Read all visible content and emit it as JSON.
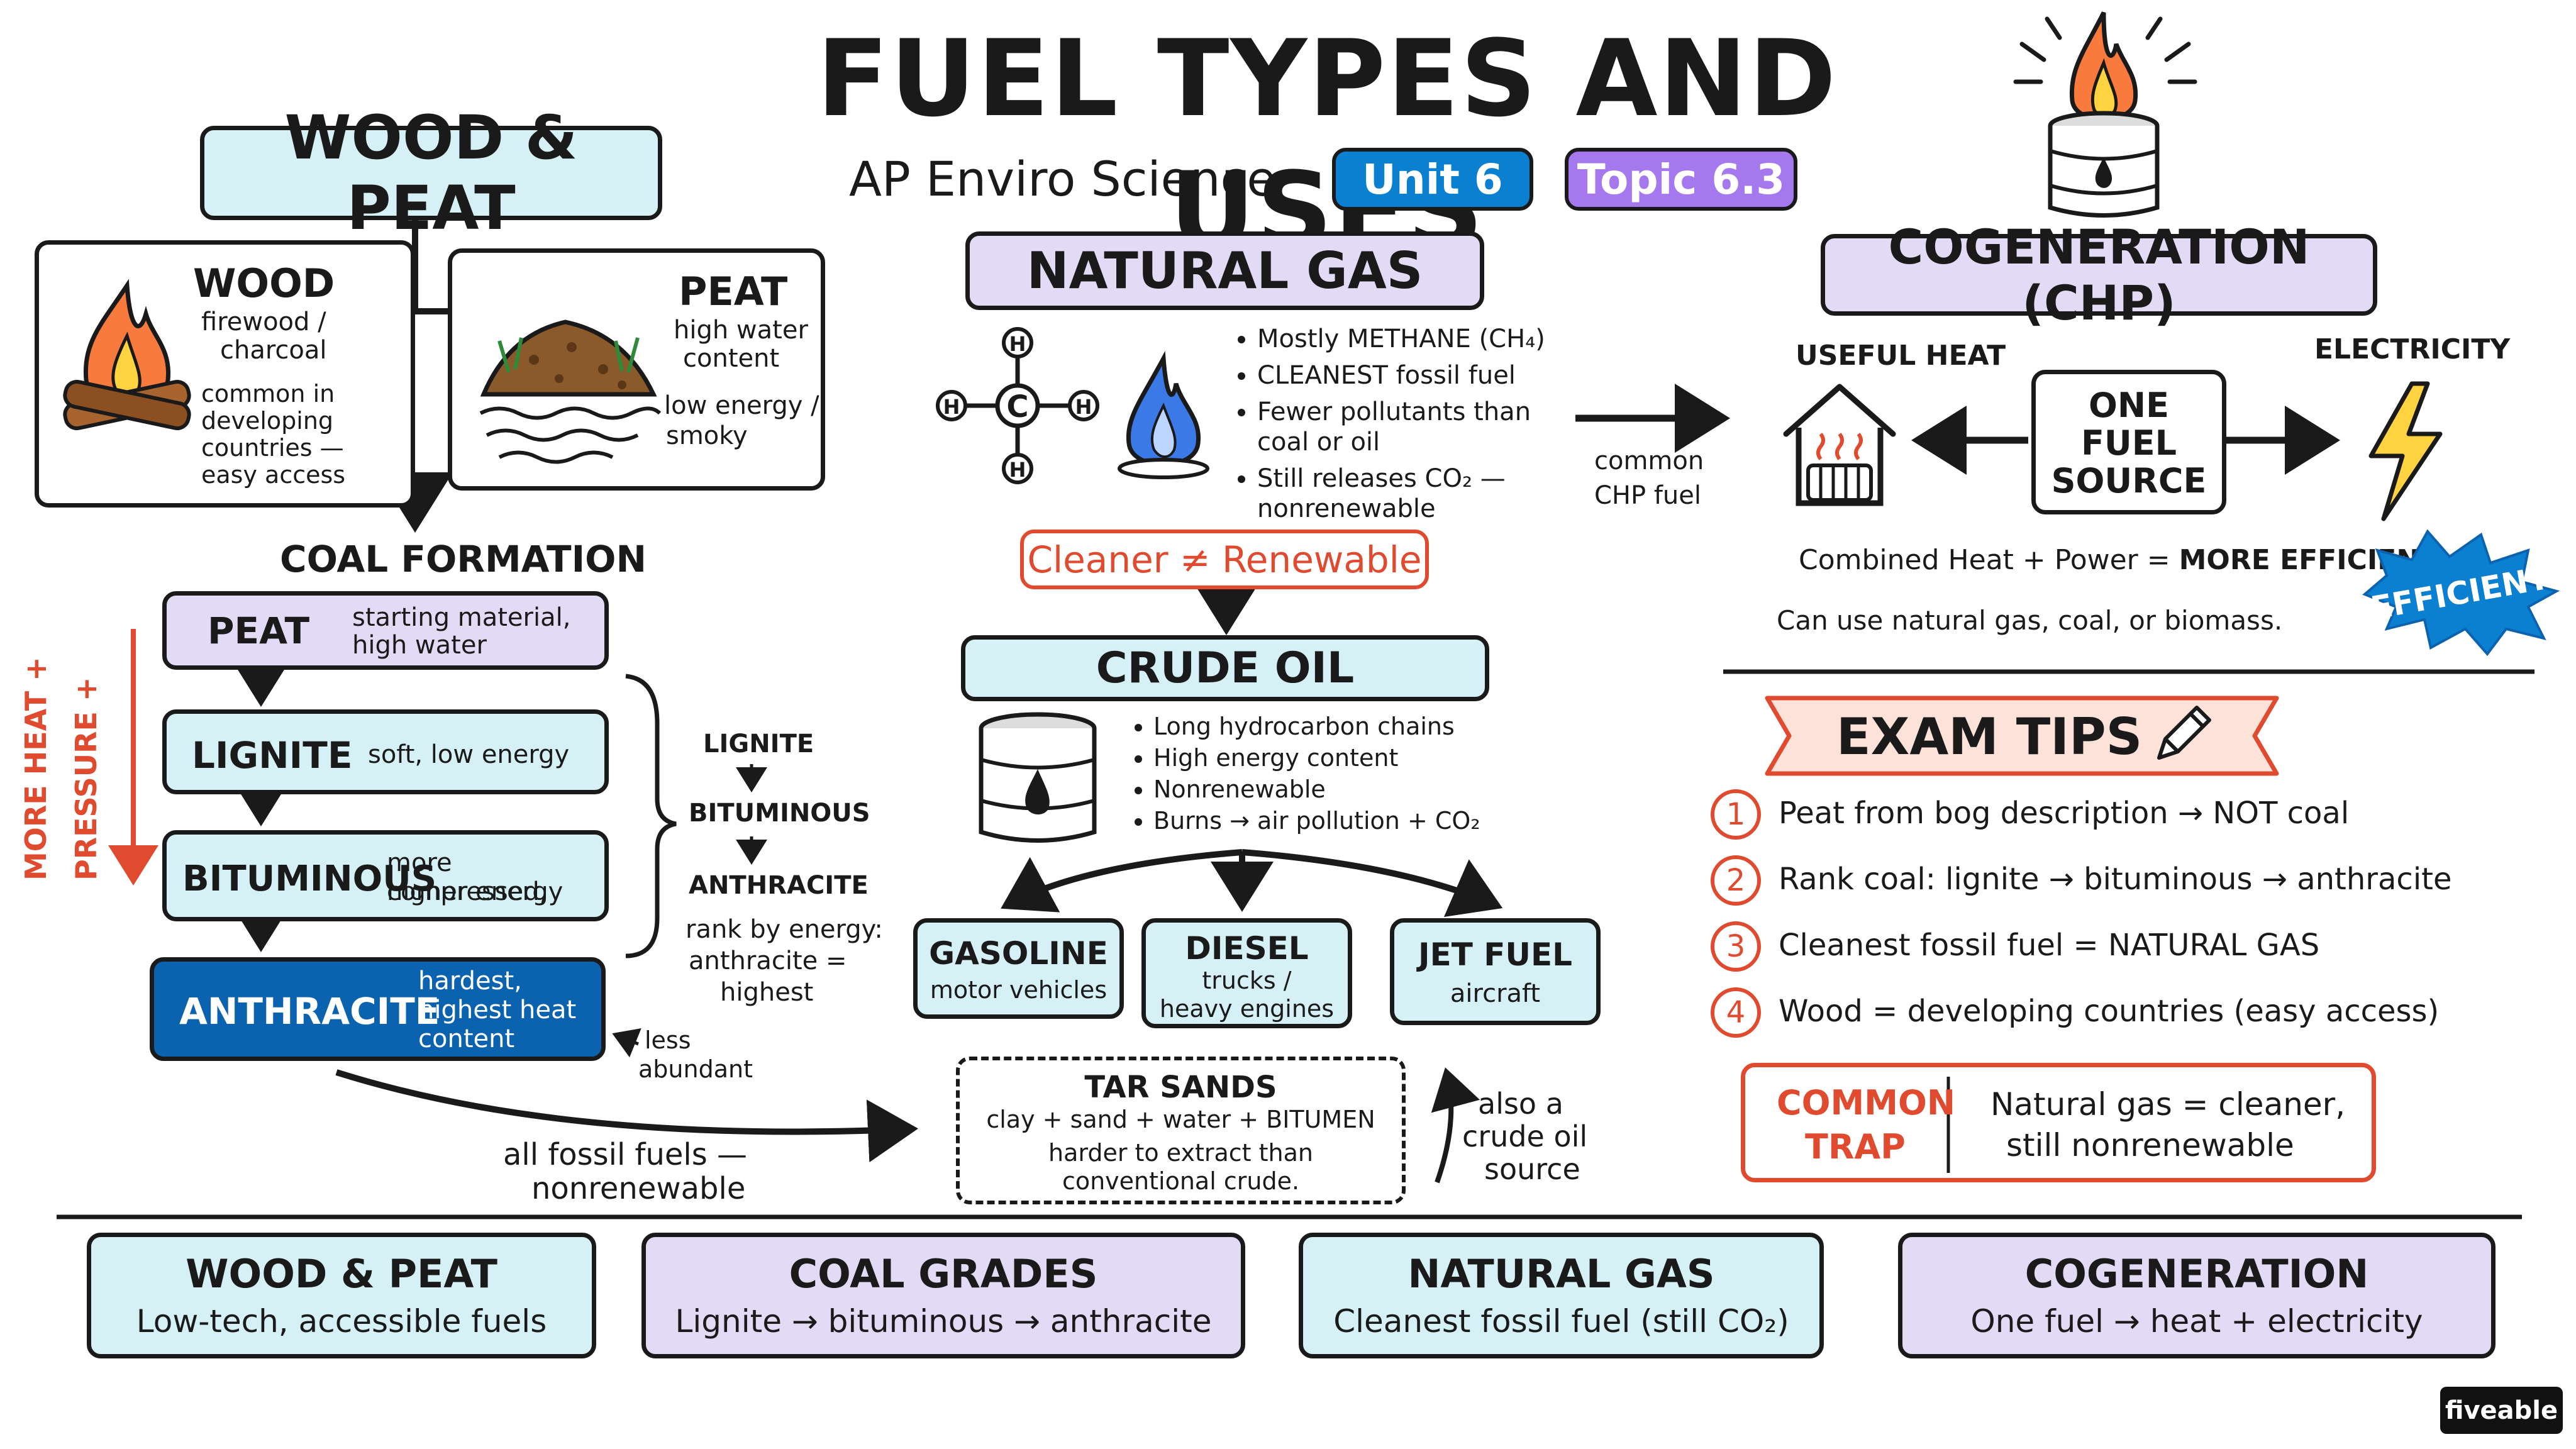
{
  "title": "FUEL TYPES AND USES",
  "subtitle": "AP Enviro Science",
  "badges": {
    "unit": "Unit 6",
    "topic": "Topic 6.3"
  },
  "wood_peat": {
    "header": "WOOD & PEAT",
    "wood": {
      "title": "WOOD",
      "desc1": "firewood /",
      "desc2": "charcoal",
      "note1": "common in",
      "note2": "developing",
      "note3": "countries —",
      "note4": "easy access"
    },
    "peat": {
      "title": "PEAT",
      "desc1": "high water",
      "desc2": "content",
      "note1": "low energy /",
      "note2": "smoky"
    }
  },
  "coal": {
    "header": "COAL FORMATION",
    "side_label_1": "MORE HEAT +",
    "side_label_2": "PRESSURE +",
    "stages": [
      {
        "name": "PEAT",
        "desc1": "starting material,",
        "desc2": "high water"
      },
      {
        "name": "LIGNITE",
        "desc1": "soft, low energy",
        "desc2": ""
      },
      {
        "name": "BITUMINOUS",
        "desc1": "more compressed,",
        "desc2": "higher energy"
      },
      {
        "name": "ANTHRACITE",
        "desc1": "hardest,",
        "desc2": "highest heat",
        "desc3": "content"
      }
    ],
    "rank": {
      "l1": "LIGNITE",
      "l2": "BITUMINOUS",
      "l3": "ANTHRACITE",
      "n1": "rank by energy:",
      "n2": "anthracite =",
      "n3": "highest"
    },
    "less_abundant_1": "less",
    "less_abundant_2": "abundant",
    "all_fossil_1": "all fossil fuels —",
    "all_fossil_2": "nonrenewable"
  },
  "natural_gas": {
    "header": "NATURAL GAS",
    "methane_atoms": {
      "h": "H",
      "c": "C"
    },
    "bullets": [
      "Mostly METHANE (CH₄)",
      "CLEANEST fossil fuel",
      "Fewer pollutants than",
      "coal or oil",
      "Still releases CO₂ —",
      "nonrenewable"
    ],
    "callout": "Cleaner ≠ Renewable",
    "chp_label_1": "common",
    "chp_label_2": "CHP fuel"
  },
  "crude_oil": {
    "header": "CRUDE OIL",
    "bullets": [
      "Long hydrocarbon chains",
      "High energy content",
      "Nonrenewable",
      "Burns → air pollution + CO₂"
    ],
    "products": [
      {
        "name": "GASOLINE",
        "desc1": "motor vehicles",
        "desc2": ""
      },
      {
        "name": "DIESEL",
        "desc1": "trucks /",
        "desc2": "heavy engines"
      },
      {
        "name": "JET FUEL",
        "desc1": "aircraft",
        "desc2": ""
      }
    ],
    "tar_sands": {
      "title": "TAR SANDS",
      "l1": "clay + sand + water + BITUMEN",
      "l2": "harder to extract than",
      "l3": "conventional crude."
    },
    "also_1": "also a",
    "also_2": "crude oil",
    "also_3": "source"
  },
  "cogeneration": {
    "header": "COGENERATION (CHP)",
    "useful_heat": "USEFUL HEAT",
    "electricity": "ELECTRICITY",
    "source_1": "ONE",
    "source_2": "FUEL",
    "source_3": "SOURCE",
    "line1_a": "Combined Heat + Power = ",
    "line1_b": "MORE EFFICIENT",
    "line2": "Can use natural gas, coal, or biomass.",
    "burst": "EFFICIENT"
  },
  "exam_tips": {
    "header": "EXAM TIPS",
    "tips": [
      {
        "num": "1",
        "text": "Peat from bog description → NOT coal"
      },
      {
        "num": "2",
        "text": "Rank coal: lignite → bituminous → anthracite"
      },
      {
        "num": "3",
        "text": "Cleanest fossil fuel = NATURAL GAS"
      },
      {
        "num": "4",
        "text": "Wood = developing countries (easy access)"
      }
    ],
    "trap_label_1": "COMMON",
    "trap_label_2": "TRAP",
    "trap_text_1": "Natural gas = cleaner,",
    "trap_text_2": "still nonrenewable"
  },
  "summary": [
    {
      "title": "WOOD & PEAT",
      "text": "Low-tech, accessible fuels"
    },
    {
      "title": "COAL GRADES",
      "text": "Lignite → bituminous → anthracite"
    },
    {
      "title": "NATURAL GAS",
      "text": "Cleanest fossil fuel (still CO₂)"
    },
    {
      "title": "COGENERATION",
      "text": "One fuel → heat + electricity"
    }
  ],
  "brand": "fiveable",
  "colors": {
    "cyan": "#d6f1f5",
    "lavender": "#e3dbf6",
    "navy": "#0b63b0",
    "red": "#e04a2f",
    "blue_badge": "#0b7fd0",
    "purple_badge": "#a678ee"
  }
}
